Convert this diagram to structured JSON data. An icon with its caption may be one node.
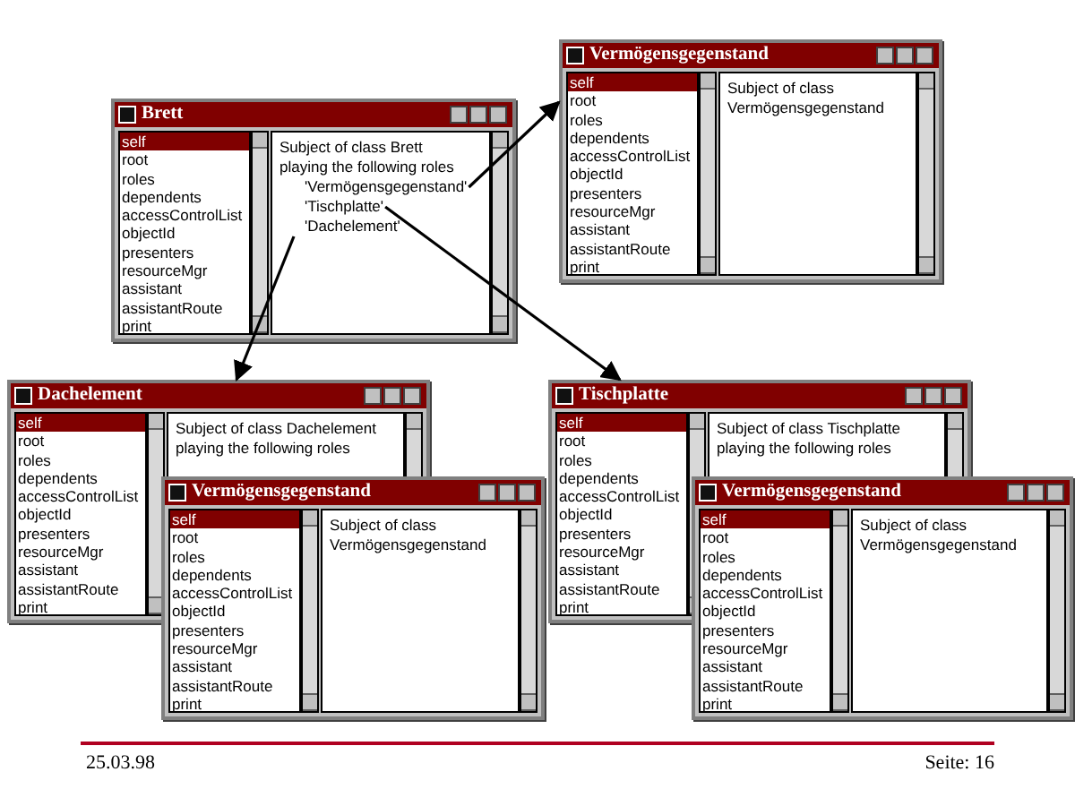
{
  "diagram": {
    "nodes": [
      {
        "text": [
          "Brett",
          "self",
          "root",
          "roles",
          "dependents",
          "accessControlList",
          "objectId",
          "presenters",
          "resourceMgr",
          "assistant",
          "assistantRoute",
          "print",
          "Subject of class Brett",
          "playing the following roles"
        ]
      },
      {
        "text": [
          "'Vermögensgegenstand'"
        ],
        "in": 0
      },
      {
        "text": [
          "'Tischplatte'"
        ],
        "in": 0
      },
      {
        "text": [
          "'Dachelement'"
        ],
        "in": 0
      },
      {
        "text": [
          "Vermögensgegenstand",
          "self",
          "root",
          "roles",
          "dependents",
          "accessControlList",
          "objectId",
          "presenters",
          "resourceMgr",
          "assistant",
          "assistantRoute",
          "print",
          "Subject of class",
          "Vermögensgegenstand"
        ]
      },
      {
        "text": [
          "Dachelement",
          "self",
          "root",
          "roles",
          "dependents",
          "accessControlList",
          "objectId",
          "presenters",
          "resourceMgr",
          "assistant",
          "assistantRoute",
          "print",
          "Subject of class Dachelement",
          "playing the following roles"
        ]
      },
      {
        "text": [
          "Vermögensgegenstand",
          "self",
          "root",
          "roles",
          "dependents",
          "accessControlList",
          "objectId",
          "presenters",
          "resourceMgr",
          "assistant",
          "assistantRoute",
          "print",
          "Subject of class",
          "Vermögensgegenstand"
        ]
      },
      {
        "text": [
          "Tischplatte",
          "self",
          "root",
          "roles",
          "dependents",
          "accessControlList",
          "objectId",
          "presenters",
          "resourceMgr",
          "assistant",
          "assistantRoute",
          "print",
          "Subject of class Tischplatte",
          "playing the following roles"
        ]
      },
      {
        "text": [
          "Vermögensgegenstand",
          "self",
          "root",
          "roles",
          "dependents",
          "accessControlList",
          "objectId",
          "presenters",
          "resourceMgr",
          "assistant",
          "assistantRoute",
          "print",
          "Subject of class",
          "Vermögensgegenstand"
        ]
      }
    ],
    "edges": [
      {
        "from": 1,
        "to": 4,
        "arrow": "to"
      },
      {
        "from": 2,
        "to": 7,
        "arrow": "to"
      },
      {
        "from": 3,
        "to": 5,
        "arrow": "to"
      }
    ],
    "labels": [
      "25.03.98",
      "Seite: 16"
    ]
  }
}
